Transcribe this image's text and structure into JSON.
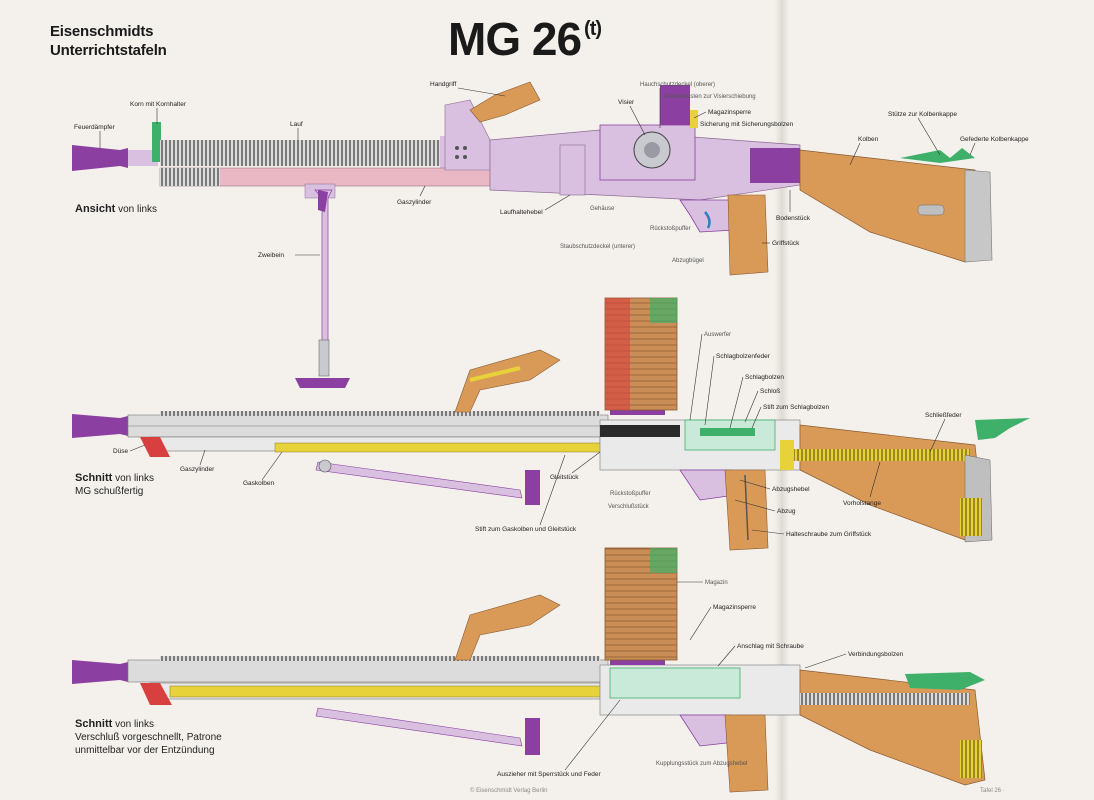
{
  "publisher": {
    "line1": "Eisenschmidts",
    "line2": "Unterrichtstafeln"
  },
  "title": {
    "main": "MG 26",
    "superscript": "(t)"
  },
  "views": [
    {
      "title": "Ansicht",
      "caption_line1": "von links",
      "caption_line2": "",
      "caption_line3": ""
    },
    {
      "title": "Schnitt",
      "caption_line1": "von links",
      "caption_line2": "MG schußfertig",
      "caption_line3": ""
    },
    {
      "title": "Schnitt",
      "caption_line1": "von links",
      "caption_line2": "Verschluß vorgeschnellt, Patrone",
      "caption_line3": "unmittelbar vor der Entzündung"
    }
  ],
  "labels_top": {
    "feuerdaempfer": "Feuerdämpfer",
    "korn": "Korn mit Kornhalter",
    "lauf": "Lauf",
    "handgriff": "Handgriff",
    "deckel": "Hauchschutzdeckel (oberer)",
    "visier": "Visier",
    "visierschieber": "Abdeckkasten zur Visierschiebung",
    "magazinsperre": "Magazinsperre",
    "sicherung": "Sicherung mit Sicherungsbolzen",
    "stuetze": "Stütze zur Kolbenkappe",
    "kolbenkappe": "Gefederte Kolbenkappe",
    "kolben": "Kolben",
    "gaszylinder": "Gaszylinder",
    "laufhalthebel": "Laufhaltehebel",
    "gehaeuse": "Gehäuse",
    "bodenstueck": "Bodenstück",
    "griffstueck": "Griffstück",
    "zweibein": "Zweibein",
    "puffer": "Rückstoßpuffer",
    "staubdeckel": "Staubschutzdeckel (unterer)",
    "abzugbuegel": "Abzugbügel"
  },
  "labels_mid": {
    "auswerfer": "Auswerfer",
    "schlagbolzenfeder": "Schlagbolzenfeder",
    "schlagbolzen": "Schlagbolzen",
    "schloss": "Schloß",
    "stift_schlagbolzen": "Stift zum Schlagbolzen",
    "schliessfeder": "Schließfeder",
    "duese": "Düse",
    "gaszylinder": "Gaszylinder",
    "gaskolben": "Gaskolben",
    "gleitstueck": "Gleitstück",
    "puffer": "Rückstoßpuffer",
    "verschlussstueck": "Verschlußstück",
    "abzugshebel": "Abzugshebel",
    "abzug": "Abzug",
    "vorholstange": "Vorholstange",
    "halteschraube": "Halteschraube zum Griffstück",
    "stift_gaskolben": "Stift zum Gaskolben und Gleitstück"
  },
  "labels_bot": {
    "magazin": "Magazin",
    "magazinsperre": "Magazinsperre",
    "anschlag": "Anschlag mit Schraube",
    "verbindungsbolzen": "Verbindungsbolzen",
    "auszieher": "Auszieher mit Sperrstück und Feder",
    "kupplung": "Kupplungsstück zum Abzugshebel"
  },
  "footer": {
    "left": "© Eisenschmidt Verlag Berlin",
    "right": "Tafel 26 ·"
  },
  "colors": {
    "paper": "#f4f1ec",
    "purple": "#8b3fa0",
    "pink": "#e9b8c4",
    "lilac": "#d9bfe0",
    "wood": "#d99a58",
    "yellow": "#e8d23a",
    "green": "#3fb06a",
    "red": "#d84040",
    "steel": "#b8b8b8"
  }
}
